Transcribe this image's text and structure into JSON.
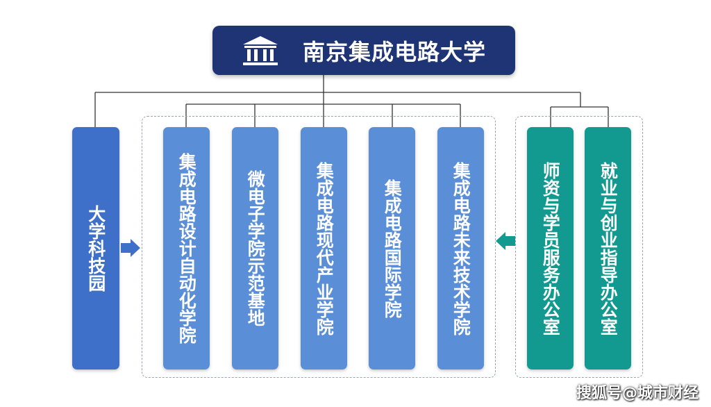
{
  "root": {
    "title": "南京集成电路大学",
    "icon": "building-columns-icon"
  },
  "left": {
    "label": "大学科技园",
    "color": "#3e70c9"
  },
  "colleges": [
    {
      "label": "集成电路设计自动化学院"
    },
    {
      "label": "微电子学院示范基地"
    },
    {
      "label": "集成电路现代产业学院"
    },
    {
      "label": "集成电路国际学院"
    },
    {
      "label": "集成电路未来技术学院"
    }
  ],
  "offices": [
    {
      "label": "师资与学员服务办公室"
    },
    {
      "label": "就业与创业指导办公室"
    }
  ],
  "colors": {
    "root": "#1f3475",
    "college": "#5a8ed6",
    "office": "#129a91",
    "left_arrow": "#3e70c9",
    "right_arrow": "#129a91"
  },
  "watermark": "搜狐号@城市财经"
}
